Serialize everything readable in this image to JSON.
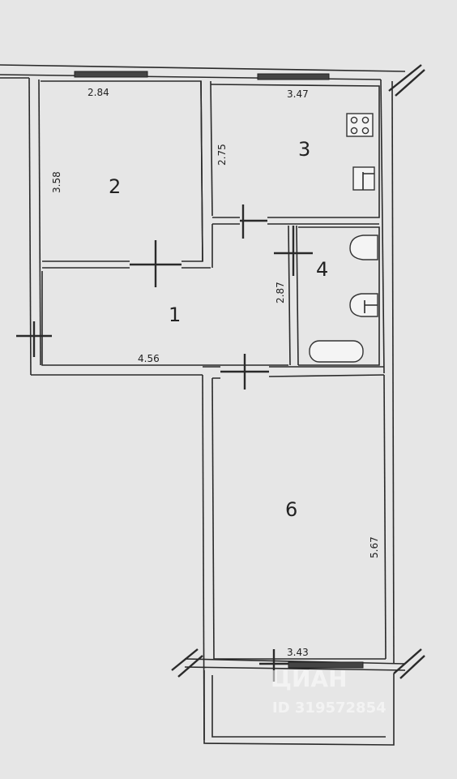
{
  "rooms": {
    "r1": "1",
    "r2": "2",
    "r3": "3",
    "r4": "4",
    "r6": "6"
  },
  "dimensions": {
    "d_284": "2.84",
    "d_347": "3.47",
    "d_358": "3.58",
    "d_275": "2.75",
    "d_287": "2.87",
    "d_456": "4.56",
    "d_567": "5.67",
    "d_343": "3.43"
  },
  "watermark": {
    "brand": "ЦИАН",
    "id": "ID 319572854"
  }
}
